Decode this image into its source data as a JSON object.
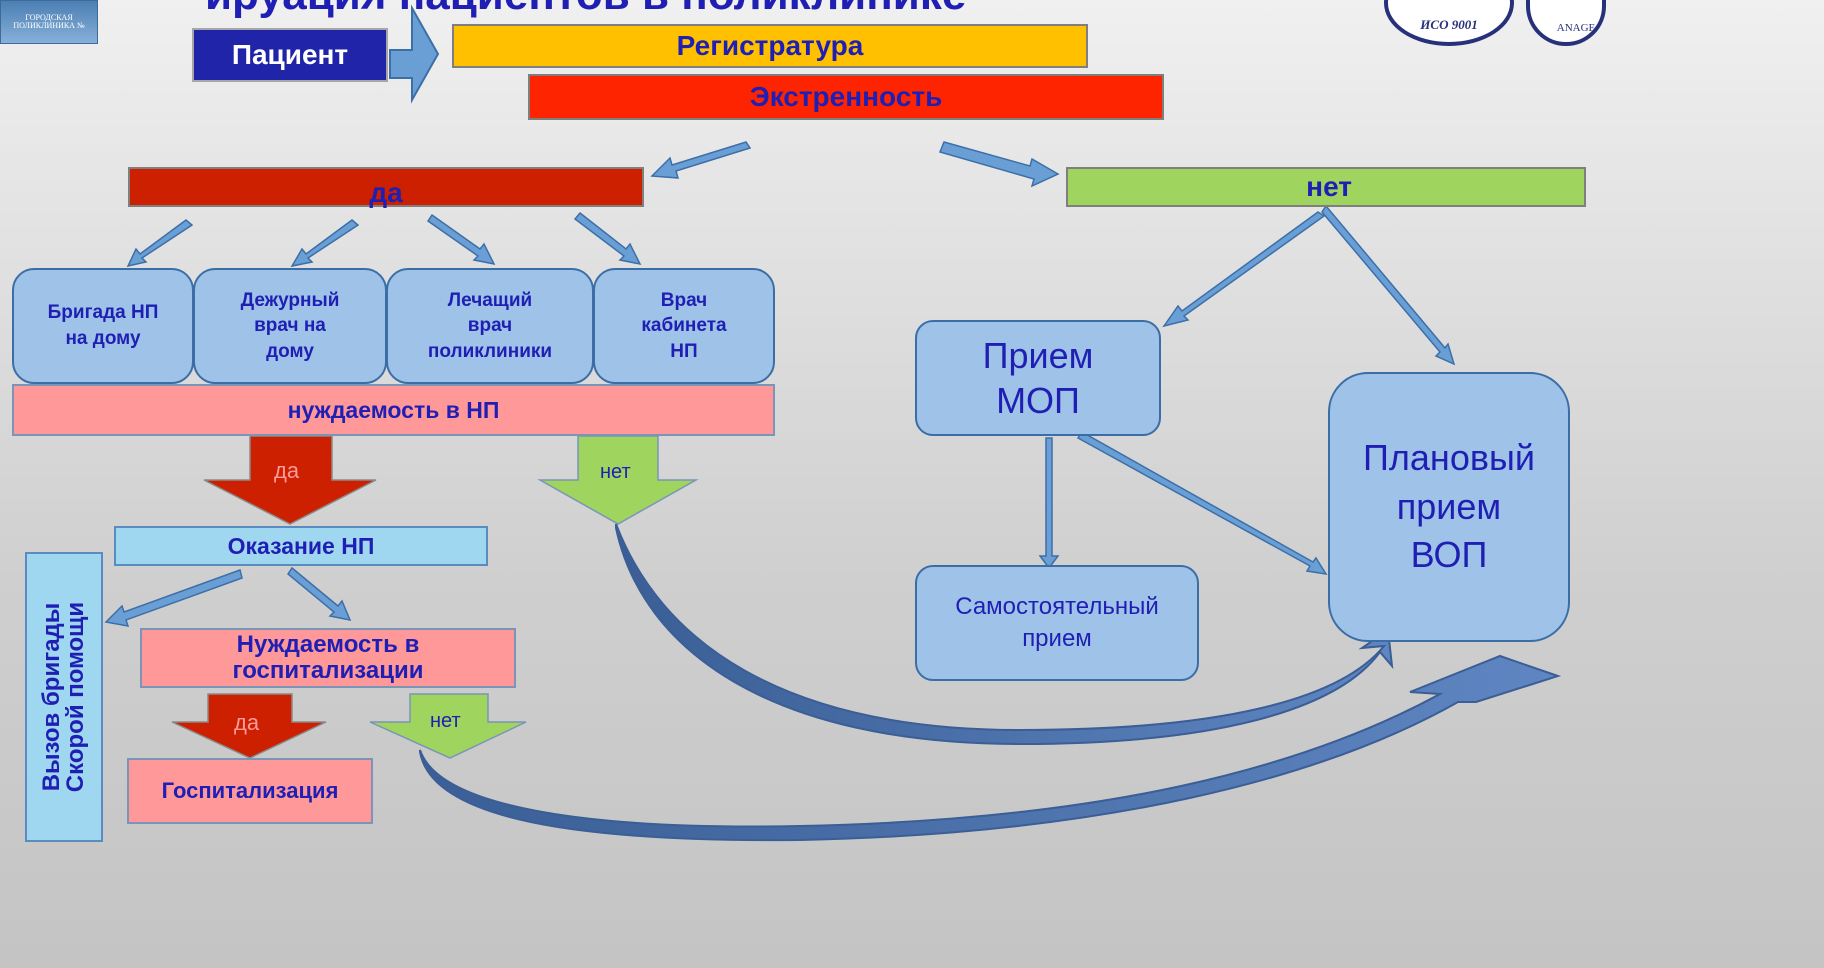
{
  "header": {
    "title_fragment": "ируация пациентов в поликлинике",
    "logo_text": "ГОРОДСКАЯ\nПОЛИКЛИНИКА №",
    "iso_text": "ИСО 9001",
    "iso_text2": "ANAGE"
  },
  "colors": {
    "registry": "#ffc000",
    "urgency": "#ff2400",
    "yes_bar": "#cc2000",
    "no_bar": "#9fd45e",
    "need_np": "#ff9999",
    "box_fill": "#9ec2e8",
    "text_blue": "#1f1fb4"
  },
  "flow": {
    "patient": "Пациент",
    "registry": "Регистратура",
    "urgency": "Экстренность",
    "yes": "да",
    "no": "нет",
    "brigade_home": "Бригада НП\nна дому",
    "duty_doctor": "Дежурный\nврач на\nдому",
    "treating_doctor": "Лечащий\nврач\nполиклиники",
    "np_cabinet": "Врач\nкабинета\nНП",
    "need_np": "нуждаемость в НП",
    "arrow_yes": "да",
    "arrow_no": "нет",
    "providing_np": "Оказание НП",
    "need_hosp": "Нуждаемость в\nгоспитализации",
    "hosp_yes": "да",
    "hosp_no": "нет",
    "hospitalization": "Госпитализация",
    "call_ambulance": "Вызов бригады\nСкорой помощи",
    "mop": "Прием\nМОП",
    "self_reception": "Самостоятельный\nприем",
    "planned": "Плановый\nприем\nВОП"
  }
}
